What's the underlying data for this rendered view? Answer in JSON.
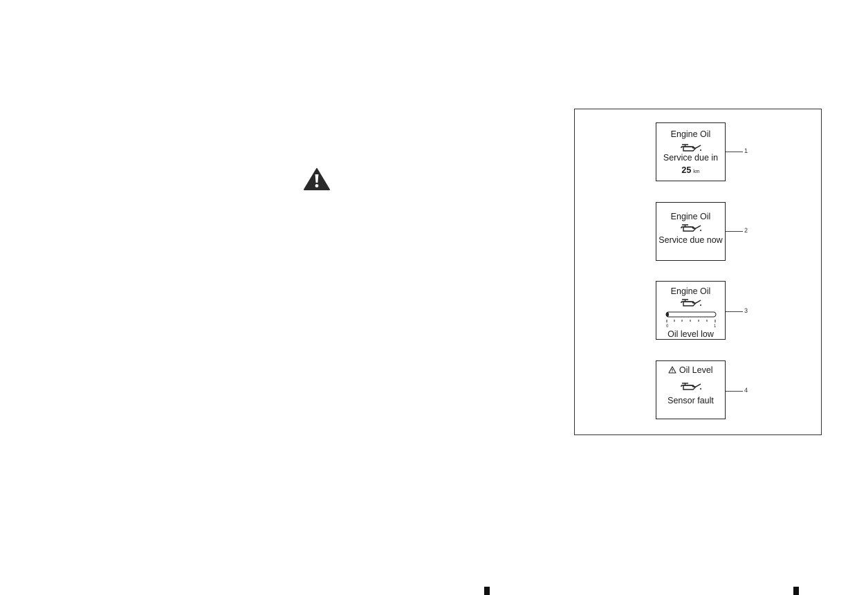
{
  "figure": {
    "panels": [
      {
        "callout": "1",
        "title": "Engine Oil",
        "message": "Service due in",
        "distance_value": "25",
        "distance_unit": "km"
      },
      {
        "callout": "2",
        "title": "Engine Oil",
        "message": "Service due now"
      },
      {
        "callout": "3",
        "title": "Engine Oil",
        "gauge_min": "0",
        "gauge_max": "1",
        "oil_level": 0.05,
        "message": "Oil level low"
      },
      {
        "callout": "4",
        "title": "Oil Level",
        "message": "Sensor fault"
      }
    ]
  },
  "icons": {
    "warning_symbol": "warning-triangle-icon",
    "panel_icon": "oil-can-icon",
    "panel4_title_icon": "warning-triangle-small-icon"
  }
}
